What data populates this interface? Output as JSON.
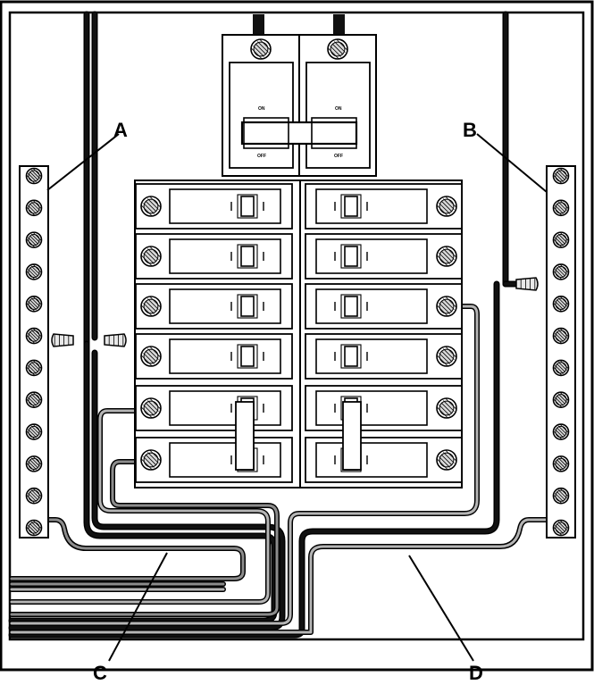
{
  "labels": {
    "a": "A",
    "b": "B",
    "c": "C",
    "d": "D"
  },
  "main_breaker": {
    "on_text": "ON",
    "off_text": "OFF"
  },
  "colors": {
    "stroke": "#000000",
    "background": "#ffffff",
    "neutral_wire": "#8c8c8c",
    "ground_wire": "#b5b5b5"
  }
}
